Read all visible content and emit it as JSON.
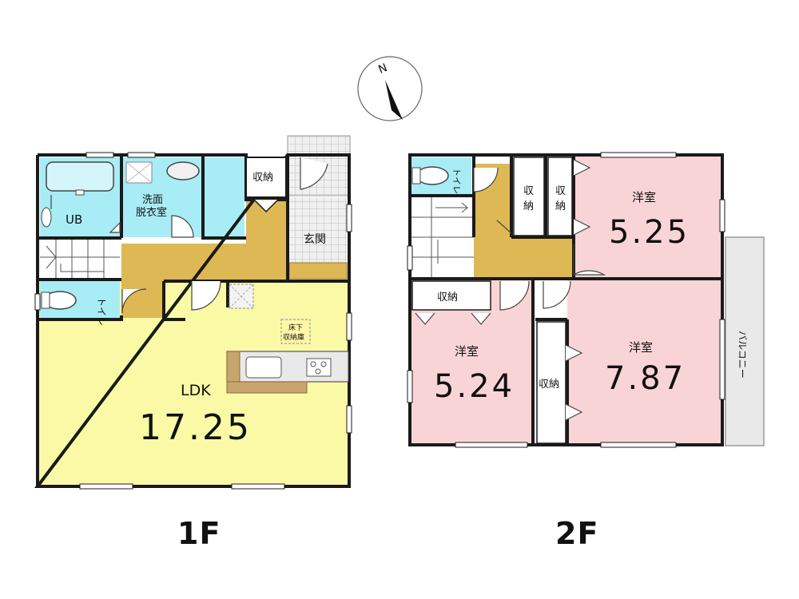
{
  "compass": {
    "north": "N"
  },
  "floor1": {
    "label": "1F",
    "rooms": {
      "ub": "UB",
      "washroom_line1": "洗面",
      "washroom_line2": "脱衣室",
      "storage": "収納",
      "entrance": "玄関",
      "toilet": "トイレ",
      "ldk": "LDK",
      "ldk_area": "17.25",
      "underfloor_line1": "床下",
      "underfloor_line2": "収納庫"
    }
  },
  "floor2": {
    "label": "2F",
    "rooms": {
      "toilet": "トイレ",
      "storage_a": "収納",
      "storage_b": "収納",
      "western_ne": "洋室",
      "western_ne_area": "5.25",
      "storage_c": "収納",
      "western_sw": "洋室",
      "western_sw_area": "5.24",
      "storage_d": "収納",
      "western_se": "洋室",
      "western_se_area": "7.87",
      "balcony": "バルコニー"
    }
  },
  "colors": {
    "wet_area": "#a8ecf6",
    "hall": "#ddb855",
    "ldk": "#fafaa6",
    "bedroom": "#f9d4d6",
    "wall": "#1a1a1a",
    "balcony": "#e9e9e9"
  }
}
